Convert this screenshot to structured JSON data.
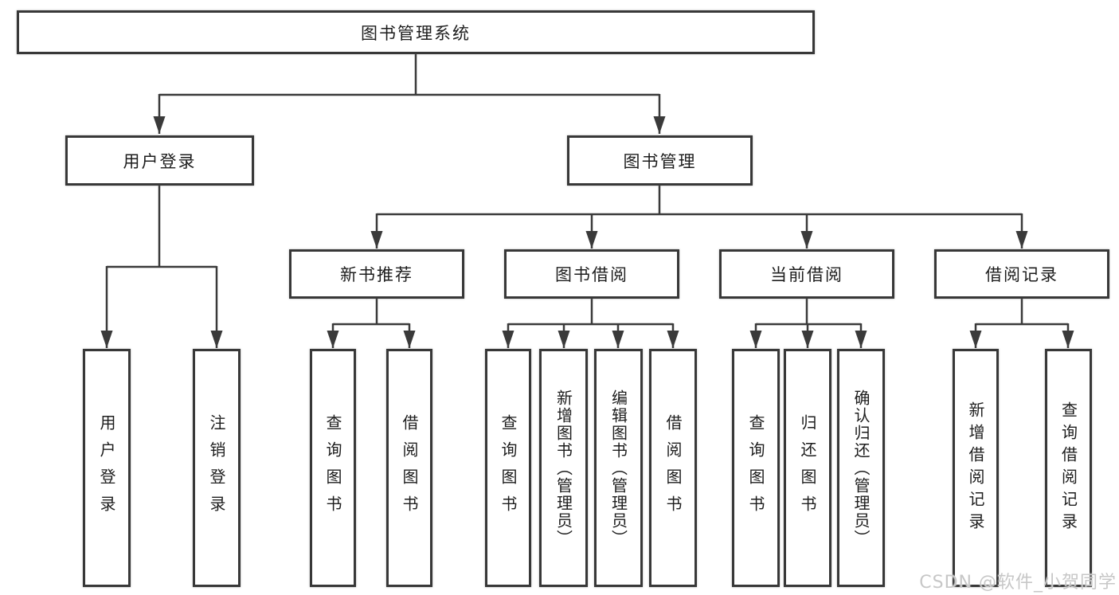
{
  "title": "图书管理系统",
  "level2": {
    "user_login": "用户登录",
    "book_management": "图书管理"
  },
  "level3": {
    "new_book_recommend": "新书推荐",
    "book_borrow": "图书借阅",
    "current_borrow": "当前借阅",
    "borrow_records": "借阅记录"
  },
  "leaves": {
    "user_login": "用户登录",
    "logout": "注销登录",
    "recommend_query_books": "查询图书",
    "recommend_borrow_books": "借阅图书",
    "borrow_query_books": "查询图书",
    "borrow_add_books": "新增图书（管理员）",
    "borrow_edit_books": "编辑图书（管理员）",
    "borrow_borrow_books": "借阅图书",
    "current_query_books": "查询图书",
    "current_return_books": "归还图书",
    "current_confirm_return": "确认归还（管理员）",
    "records_add": "新增借阅记录",
    "records_query": "查询借阅记录"
  },
  "watermark": "CSDN @软件_小贺同学",
  "colors": {
    "line": "#3a3a3a",
    "text": "#1d1d1d",
    "watermark": "#c7c7c7",
    "background": "#ffffff"
  }
}
